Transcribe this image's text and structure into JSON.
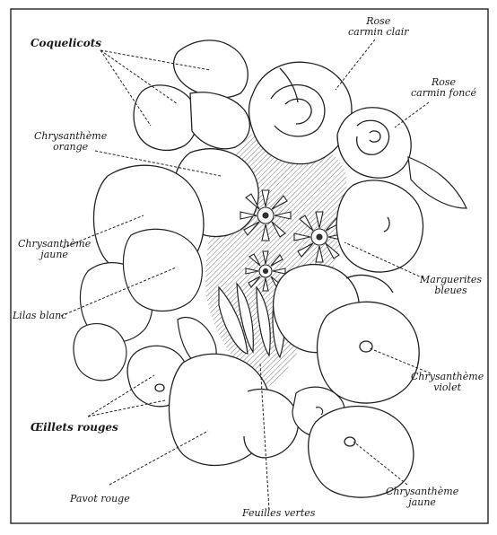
{
  "labels": {
    "coquelicots": "Coquelicots",
    "rose_clair": [
      "Rose",
      "carmin clair"
    ],
    "rose_fonce": [
      "Rose",
      "carmin foncé"
    ],
    "chrysantheme_orange": [
      "Chrysanthème",
      "orange"
    ],
    "chrysantheme_jaune_left": [
      "Chrysanthème",
      "jaune"
    ],
    "marguerites_bleues": [
      "Marguerites",
      "bleues"
    ],
    "lilas_blanc": "Lilas blanc",
    "chrysantheme_violet": [
      "Chrysanthème",
      "violet"
    ],
    "oeillets_rouges": "Œillets rouges",
    "pavot_rouge": "Pavot rouge",
    "feuilles_vertes": "Feuilles vertes",
    "chrysantheme_jaune_bottom": [
      "Chrysanthème",
      "jaune"
    ]
  }
}
